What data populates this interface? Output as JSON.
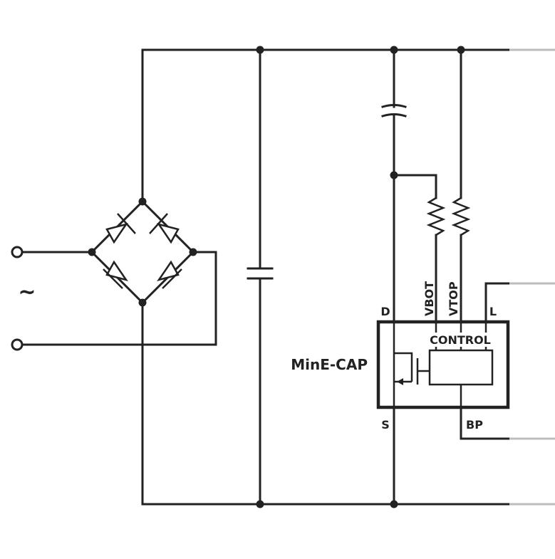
{
  "labels": {
    "ac_symbol": "~",
    "device_name": "MinE-CAP",
    "pin_d": "D",
    "pin_s": "S",
    "pin_vbot": "VBOT",
    "pin_vtop": "VTOP",
    "pin_l": "L",
    "pin_bp": "BP",
    "control_block": "CONTROL"
  },
  "colors": {
    "wire": "#222222",
    "output_lead": "#bdbdbd"
  }
}
